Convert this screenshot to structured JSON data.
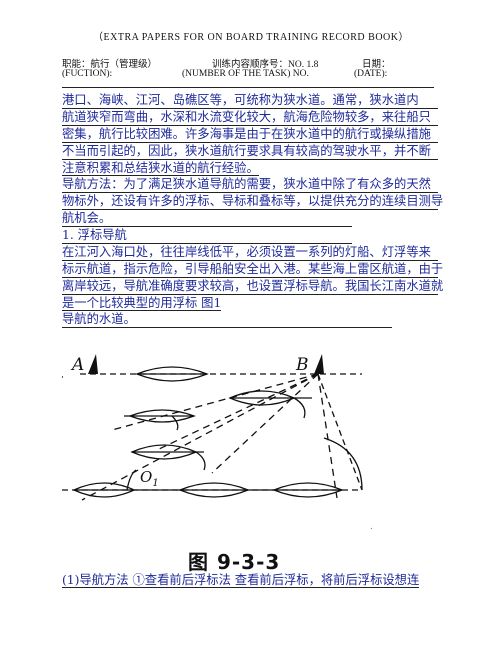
{
  "header": {
    "title": "（EXTRA PAPERS FOR ON BOARD TRAINING RECORD BOOK）",
    "function_cn": "职能：航行（管理级）",
    "task_no_cn": "训练内容顺序号：NO. 1.8",
    "date_cn": "日期：",
    "function_en": "(FUCTION):",
    "task_no_en": "(NUMBER OF THE TASK) NO.",
    "date_en": "(DATE):"
  },
  "body": {
    "lines": [
      "港口、海峡、江河、岛礁区等，可统称为狭水道。通常，狭水道内",
      "航道狭窄而弯曲，水深和水流变化较大，航海危险物较多，来往船只",
      "密集，航行比较困难。许多海事是由于在狭水道中的航行或操纵措施",
      "不当而引起的，因此，狭水道航行要求具有较高的驾驶水平，并不断",
      "注意积累和总结狭水道的航行经验。",
      "导航方法：为了满足狭水道导航的需要，狭水道中除了有众多的天然",
      "物标外，还设有许多的浮标、导标和叠标等，以提供充分的连续目测导",
      "航机会。",
      "1. 浮标导航",
      "在江河入海口处，往往岸线低平，必须设置一系列的灯船、灯浮等来",
      "标示航道，指示危险，引导船舶安全出入港。某些海上雷区航道，由于",
      "离岸较远，导航准确度要求较高，也设置浮标导航。我国长江南水道就",
      "是一个比较典型的用浮标      图1",
      "导航的水道。"
    ]
  },
  "figure": {
    "label_a": "A",
    "label_b": "B",
    "label_o": "O",
    "label_o_sub": "1",
    "caption": "图 9-3-3"
  },
  "tail": {
    "text": "(1)导航方法 ①查看前后浮标法  查看前后浮标，将前后浮标设想连"
  },
  "colors": {
    "body_text": "#1f2a9a",
    "rule": "#222222"
  }
}
